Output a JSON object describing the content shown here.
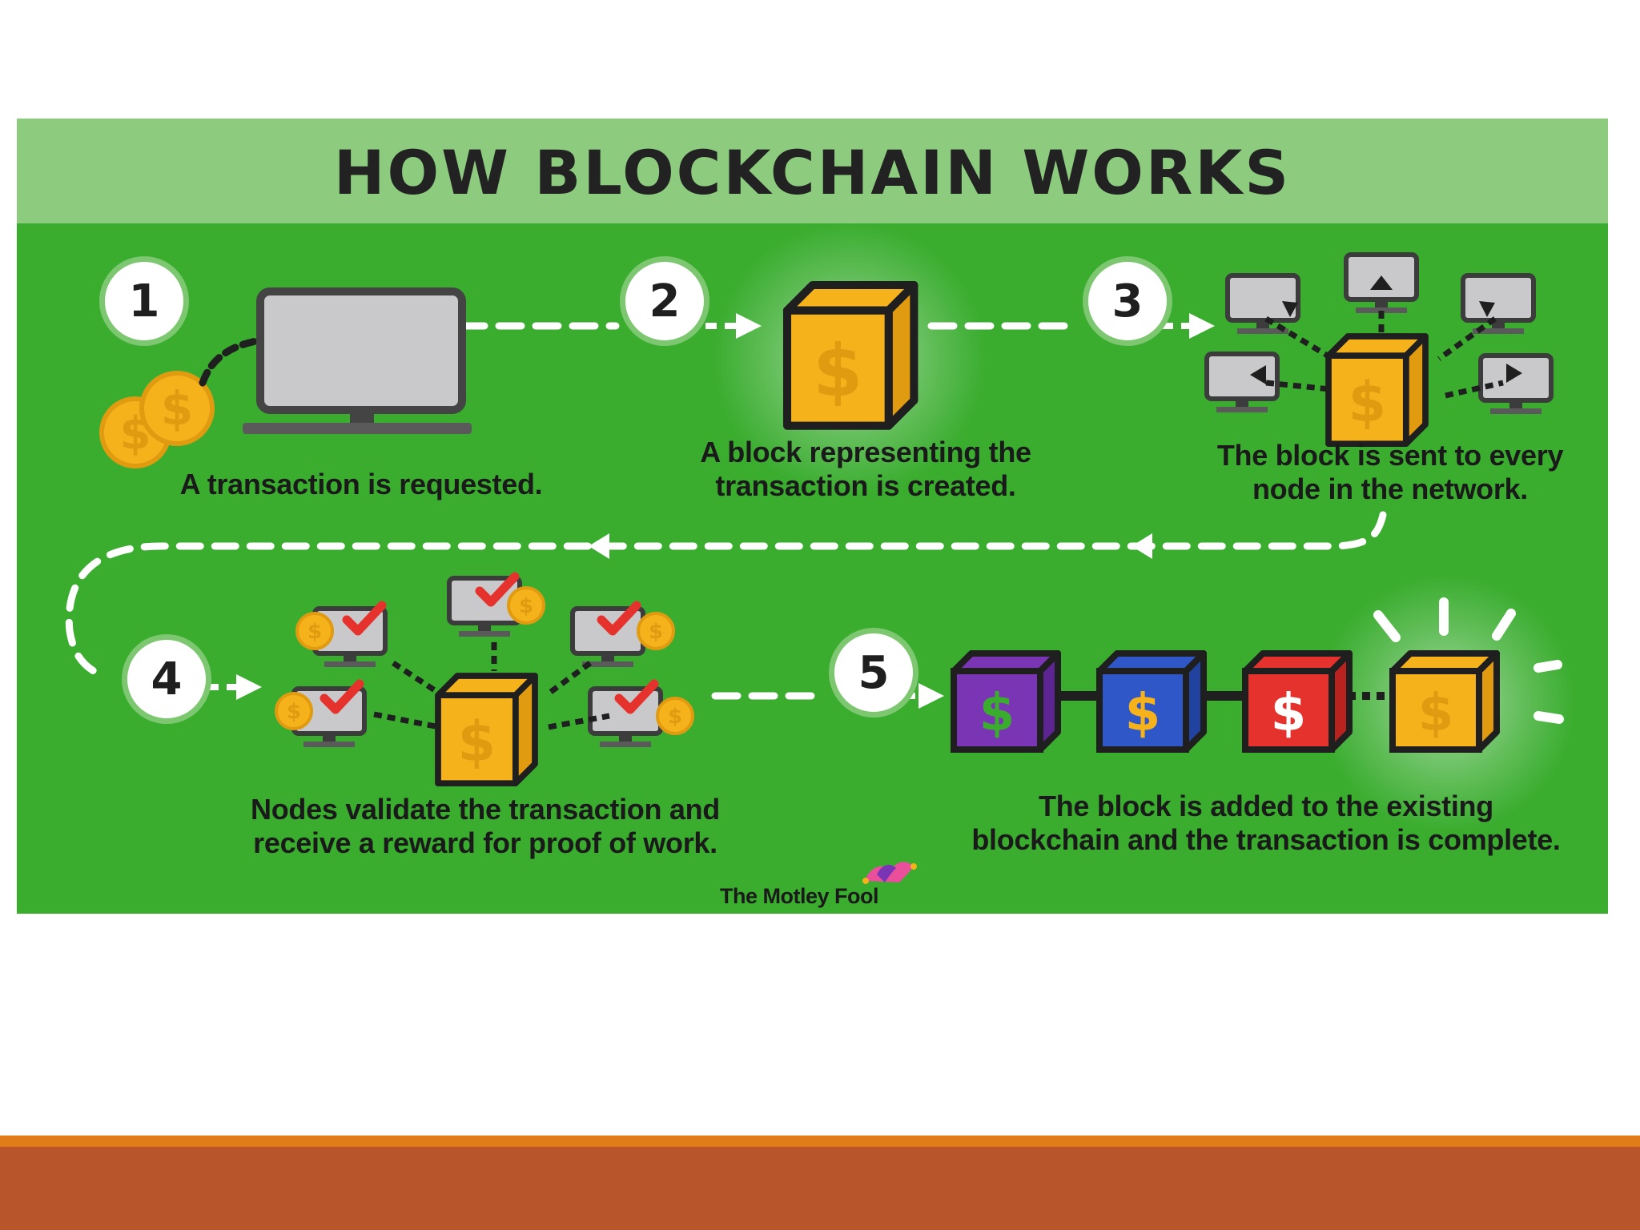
{
  "title": "HOW BLOCKCHAIN WORKS",
  "steps": [
    {
      "number": "1",
      "caption_lines": [
        "A transaction is requested."
      ]
    },
    {
      "number": "2",
      "caption_lines": [
        "A block representing the",
        "transaction is created."
      ]
    },
    {
      "number": "3",
      "caption_lines": [
        "The block is sent to every",
        "node in the network."
      ]
    },
    {
      "number": "4",
      "caption_lines": [
        "Nodes validate the transaction and",
        "receive a reward for proof of work."
      ]
    },
    {
      "number": "5",
      "caption_lines": [
        "The block is added to the existing",
        "blockchain and the transaction is complete."
      ]
    }
  ],
  "coin_symbol": "$",
  "logo": "The Motley Fool",
  "colors": {
    "background": "#3aad2f",
    "header": "#8dcc7f",
    "block_gold": "#f6b21b",
    "block_purple": "#7a35b5",
    "block_blue": "#2f57c8",
    "block_red": "#e5322d",
    "dollar_green": "#3aad2f",
    "check_red": "#e5322d",
    "footer_line": "#e07d18",
    "footer_band": "#b9552b"
  },
  "icons": [
    "coin-icon",
    "monitor-icon",
    "dollar-block-icon",
    "checkmark-icon",
    "arrow-icon",
    "jester-hat-icon"
  ]
}
